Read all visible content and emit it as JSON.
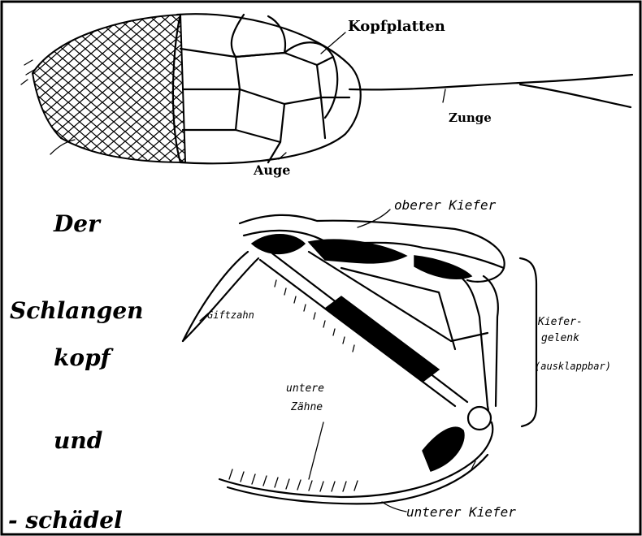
{
  "labels": {
    "kopfplatten": "Kopfplatten",
    "zunge": "Zunge",
    "auge": "Auge",
    "oberer_kiefer": "oberer Kiefer",
    "giftzahn": "Giftzahn",
    "kiefergelenk_1": "Kiefer-",
    "kiefergelenk_2": "gelenk",
    "kiefergelenk_3": "(ausklappbar)",
    "untere_zaehne_1": "untere",
    "untere_zaehne_2": "Zähne",
    "unterer_kiefer": "unterer Kiefer"
  },
  "title": {
    "line1": "Der",
    "line2": "Schlangen",
    "line3": "kopf",
    "line4": "und",
    "line5": "- schädel"
  }
}
